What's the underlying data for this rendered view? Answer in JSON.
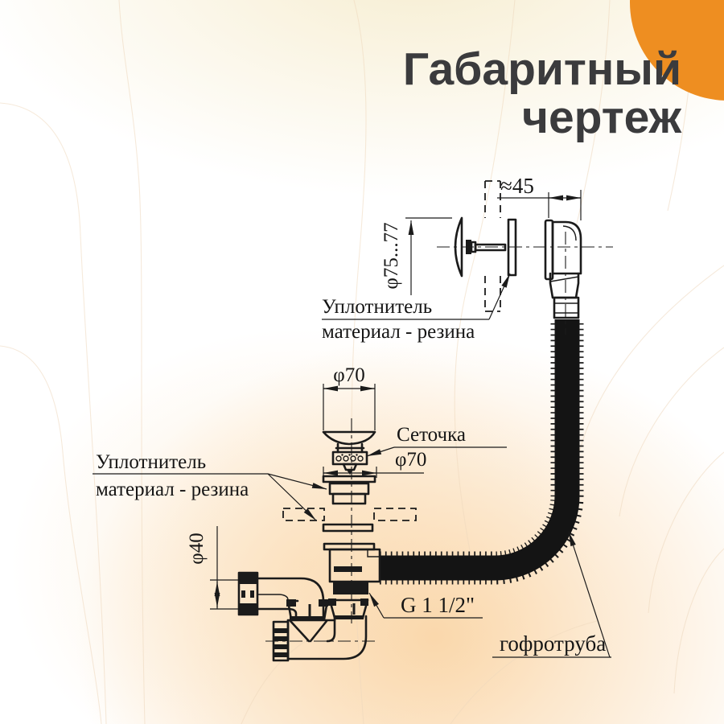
{
  "title": {
    "line1": "Габаритный",
    "line2": "чертеж"
  },
  "colors": {
    "accent_orange": "#EE8E21",
    "title_gray": "#3B3B3D",
    "line_black": "#1B1B1B"
  },
  "labels": {
    "seal_top_line1": "Уплотнитель",
    "seal_top_line2": "материал - резина",
    "seal_left_line1": "Уплотнитель",
    "seal_left_line2": "материал - резина",
    "strainer": "Сеточка",
    "thread": "G 1 1/2\"",
    "corrugated_pipe": "гофротруба"
  },
  "dimensions": {
    "overflow_offset": "≈45",
    "overflow_diameter": "φ75...77",
    "cap_diameter": "φ70",
    "flange_diameter": "φ70",
    "outlet_diameter": "φ40"
  }
}
